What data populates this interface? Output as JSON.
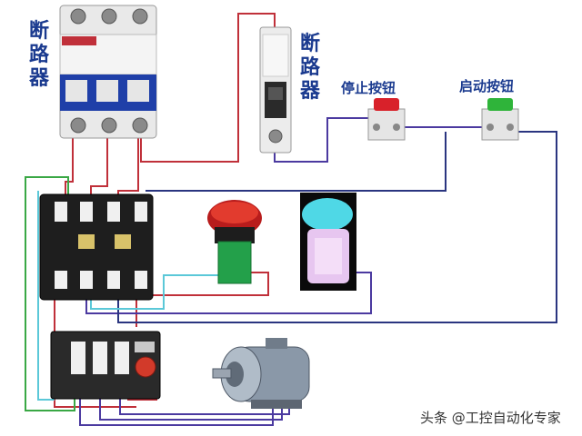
{
  "labels": {
    "breaker_main": "断路器",
    "breaker_control": "断路器",
    "stop_button": "停止按钮",
    "start_button": "启动按钮"
  },
  "watermark": "头条 @工控自动化专家",
  "colors": {
    "wire_red": "#c0303a",
    "wire_purple": "#4b3aa0",
    "wire_green": "#3aa845",
    "wire_cyan": "#5bc8d8",
    "wire_navy": "#2a3580",
    "label_blue": "#1a3a8f",
    "breaker_blue": "#1f3fa8"
  }
}
